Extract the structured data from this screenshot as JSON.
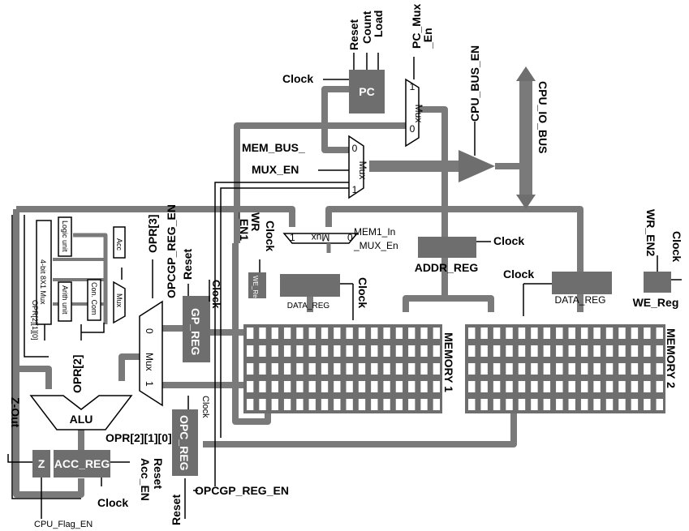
{
  "labels": {
    "pc": "PC",
    "reset": "Reset",
    "count": "Count",
    "load": "Load",
    "clock": "Clock",
    "pc_mux_en_1": "PC_Mux",
    "pc_mux_en_2": "_En",
    "mux": "Mux",
    "one": "1",
    "zero": "0",
    "cpu_bus_en": "CPU_BUS_EN",
    "cpu_io_bus": "CPU_IO_BUS",
    "mem_bus_1": "MEM_BUS_",
    "mem_bus_2": "MUX_EN",
    "mem1_in_1": "MEM1_In",
    "mem1_in_2": "_MUX_En",
    "addr_reg": "ADDR_REG",
    "data_reg_1": "DATA_REG",
    "data_reg_2": "DATA_REG",
    "memory_1": "MEMORY 1",
    "memory_2": "MEMORY 2",
    "wr_en1_1": "WR",
    "wr_en1_2": "_EN1",
    "we_reg_small": "WE_Reg",
    "wr_en2": "WR_EN2",
    "we_reg": "WE_Reg",
    "opr3": "OPR[3]",
    "opcgp_reg_en": "OPCGP_REG_EN",
    "gp_reg": "GP_REG",
    "opc_reg": "OPC_REG",
    "alu": "ALU",
    "acc_reg": "ACC_REG",
    "z": "Z",
    "z_out": "Z-Out",
    "cpu_flag_en": "CPU_Flag_EN",
    "acc_en": "Acc_EN",
    "opr2": "OPR[2]",
    "opr210": "OPR[2][1][0]",
    "opcgp_reg_en_bottom": "OPCGP_REG_EN",
    "logic_unit": "Logic unit",
    "arith_unit": "Arith unit",
    "con_com": "Con. Com",
    "acc": "Acc",
    "mux8": "4-bit 8X1 Mux",
    "opr210_small": "OPR[2][1][0]"
  }
}
